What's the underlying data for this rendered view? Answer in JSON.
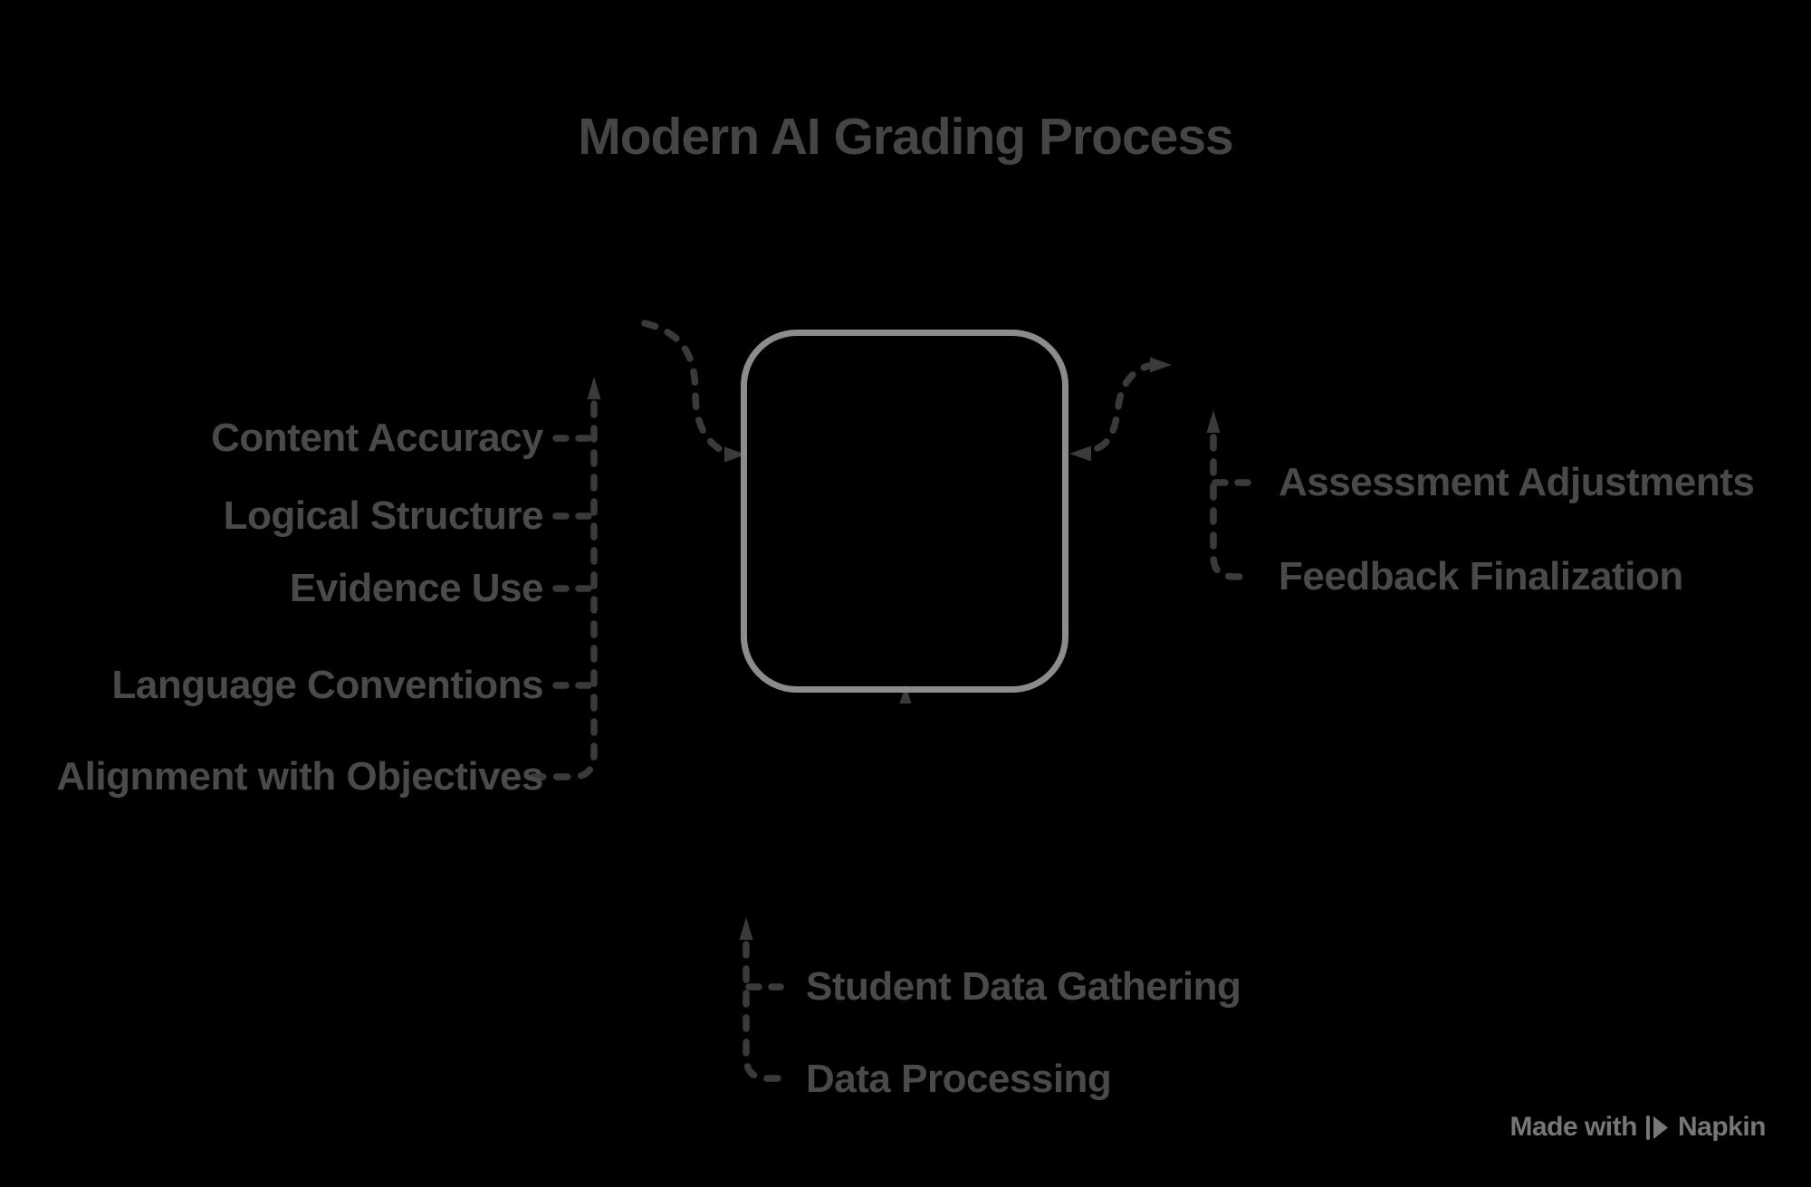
{
  "title": "Modern AI Grading Process",
  "left_labels": [
    "Content Accuracy",
    "Logical Structure",
    "Evidence Use",
    "Language Conventions",
    "Alignment with Objectives"
  ],
  "right_labels": [
    "Assessment Adjustments",
    "Feedback Finalization"
  ],
  "bottom_labels": [
    "Student Data Gathering",
    "Data Processing"
  ],
  "watermark": {
    "prefix": "Made with",
    "brand": "Napkin"
  },
  "colors": {
    "bg": "#000000",
    "title": "#454545",
    "label": "#4a4a4a",
    "dash": "#3a3a3a",
    "shape-stroke": "#8c8c8c",
    "watermark": "#777777"
  }
}
